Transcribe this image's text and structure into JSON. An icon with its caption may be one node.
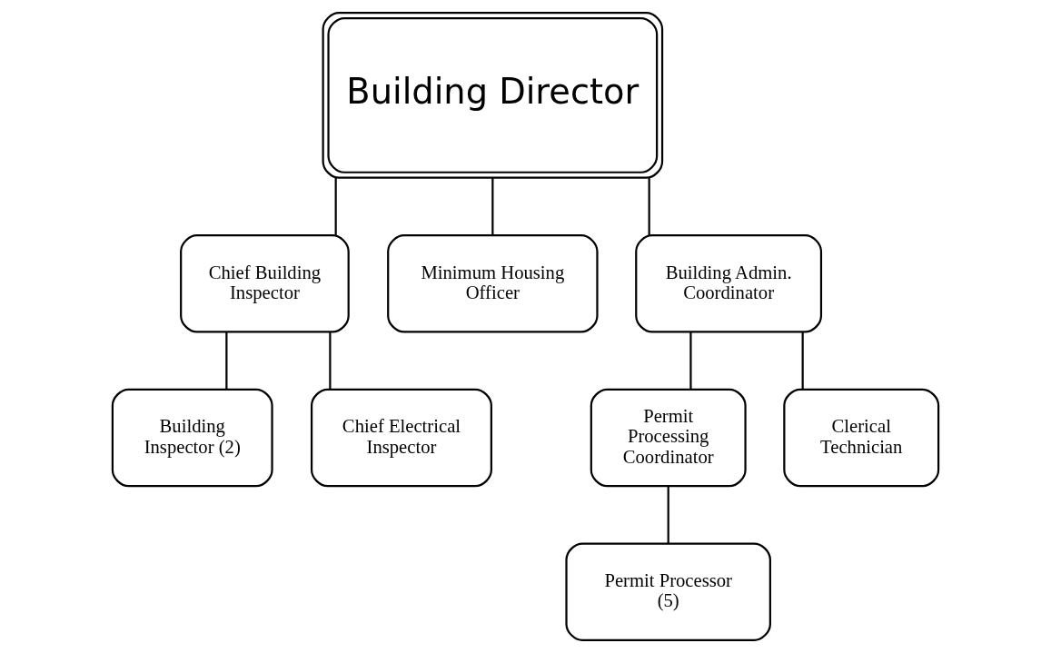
{
  "diagram": {
    "nodes": [
      {
        "text": [
          "Building Director"
        ]
      },
      {
        "text": [
          "Chief Building Inspector"
        ]
      },
      {
        "text": [
          "Minimum Housing Officer"
        ]
      },
      {
        "text": [
          "Building Admin. Coordinator"
        ]
      },
      {
        "text": [
          "Building Inspector (2)"
        ]
      },
      {
        "text": [
          "Chief Electrical Inspector"
        ]
      },
      {
        "text": [
          "Permit Processing Coordinator"
        ]
      },
      {
        "text": [
          "Clerical Technician"
        ]
      },
      {
        "text": [
          "Permit Processor (5)"
        ]
      }
    ],
    "edges": [
      {
        "from": 0,
        "to": 1,
        "arrow": "none"
      },
      {
        "from": 0,
        "to": 2,
        "arrow": "none"
      },
      {
        "from": 0,
        "to": 3,
        "arrow": "none"
      },
      {
        "from": 1,
        "to": 4,
        "arrow": "none"
      },
      {
        "from": 1,
        "to": 5,
        "arrow": "none"
      },
      {
        "from": 3,
        "to": 6,
        "arrow": "none"
      },
      {
        "from": 3,
        "to": 7,
        "arrow": "none"
      },
      {
        "from": 6,
        "to": 8,
        "arrow": "none"
      }
    ]
  }
}
